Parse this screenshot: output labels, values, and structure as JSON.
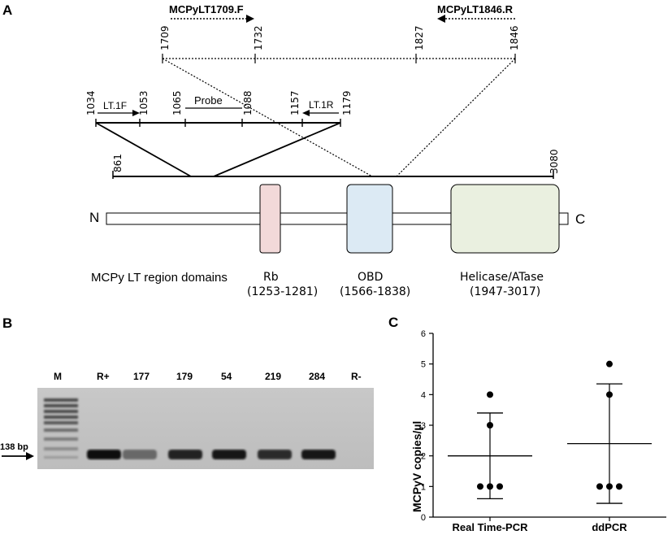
{
  "panel_a": {
    "label": "A",
    "outer_primers": {
      "forward": "MCPyLT1709.F",
      "reverse": "MCPyLT1846.R",
      "positions": [
        "1709",
        "1732",
        "1827",
        "1846"
      ]
    },
    "inner_assay": {
      "positions_top": [
        "1034",
        "1053",
        "1065",
        "1088",
        "1157",
        "1179"
      ],
      "primer_forward": "LT.1F",
      "probe": "Probe",
      "primer_reverse": "LT.1R"
    },
    "region_bounds": [
      "861",
      "3080"
    ],
    "protein": {
      "n_terminus": "N",
      "c_terminus": "C",
      "caption": "MCPy LT region domains",
      "domains": [
        {
          "name": "Rb",
          "range": "(1253-1281)",
          "color": "#f2d9d9"
        },
        {
          "name": "OBD",
          "range": "(1566-1838)",
          "color": "#dceaf4"
        },
        {
          "name": "Helicase/ATase",
          "range": "(1947-3017)",
          "color": "#eaf0e0"
        }
      ]
    }
  },
  "panel_b": {
    "label": "B",
    "lanes": [
      "M",
      "R+",
      "177",
      "179",
      "54",
      "219",
      "284",
      "R-"
    ],
    "size_marker": "138 bp",
    "band_intensity": [
      null,
      1.0,
      0.45,
      0.85,
      0.95,
      0.8,
      0.95,
      0
    ]
  },
  "panel_c": {
    "label": "C"
  },
  "chart_data": {
    "type": "scatter",
    "ylabel": "MCPyV copies/µl",
    "xlabel": "",
    "ylim": [
      0,
      6
    ],
    "yticks": [
      "0",
      "1",
      "2",
      "3",
      "4",
      "5",
      "6"
    ],
    "categories": [
      "Real Time-PCR",
      "ddPCR"
    ],
    "series": [
      {
        "points": [
          4,
          3,
          1,
          1,
          1
        ],
        "mean": 2.0,
        "sd_upper": 3.4,
        "sd_lower": 0.6
      },
      {
        "points": [
          5,
          4,
          1,
          1,
          1
        ],
        "mean": 2.4,
        "sd_upper": 4.35,
        "sd_lower": 0.45
      }
    ]
  }
}
